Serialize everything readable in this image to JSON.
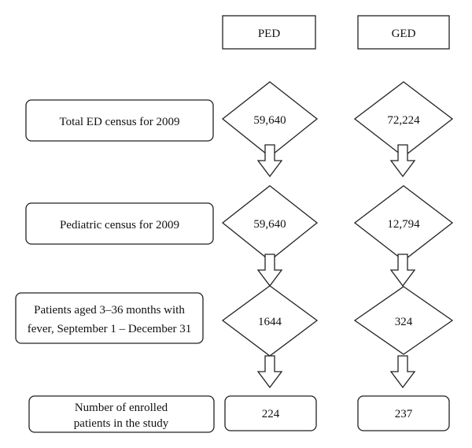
{
  "columns": {
    "ped": "PED",
    "ged": "GED"
  },
  "rows": [
    {
      "label": [
        "Total ED census for 2009"
      ],
      "ped": "59,640",
      "ged": "72,224"
    },
    {
      "label": [
        "Pediatric census for 2009"
      ],
      "ped": "59,640",
      "ged": "12,794"
    },
    {
      "label": [
        "Patients aged 3–36 months with",
        "fever, September 1 – December 31"
      ],
      "ped": "1644",
      "ged": "324"
    }
  ],
  "result": {
    "label": [
      "Number of enrolled",
      "patients in the study"
    ],
    "ped": "224",
    "ged": "237"
  }
}
